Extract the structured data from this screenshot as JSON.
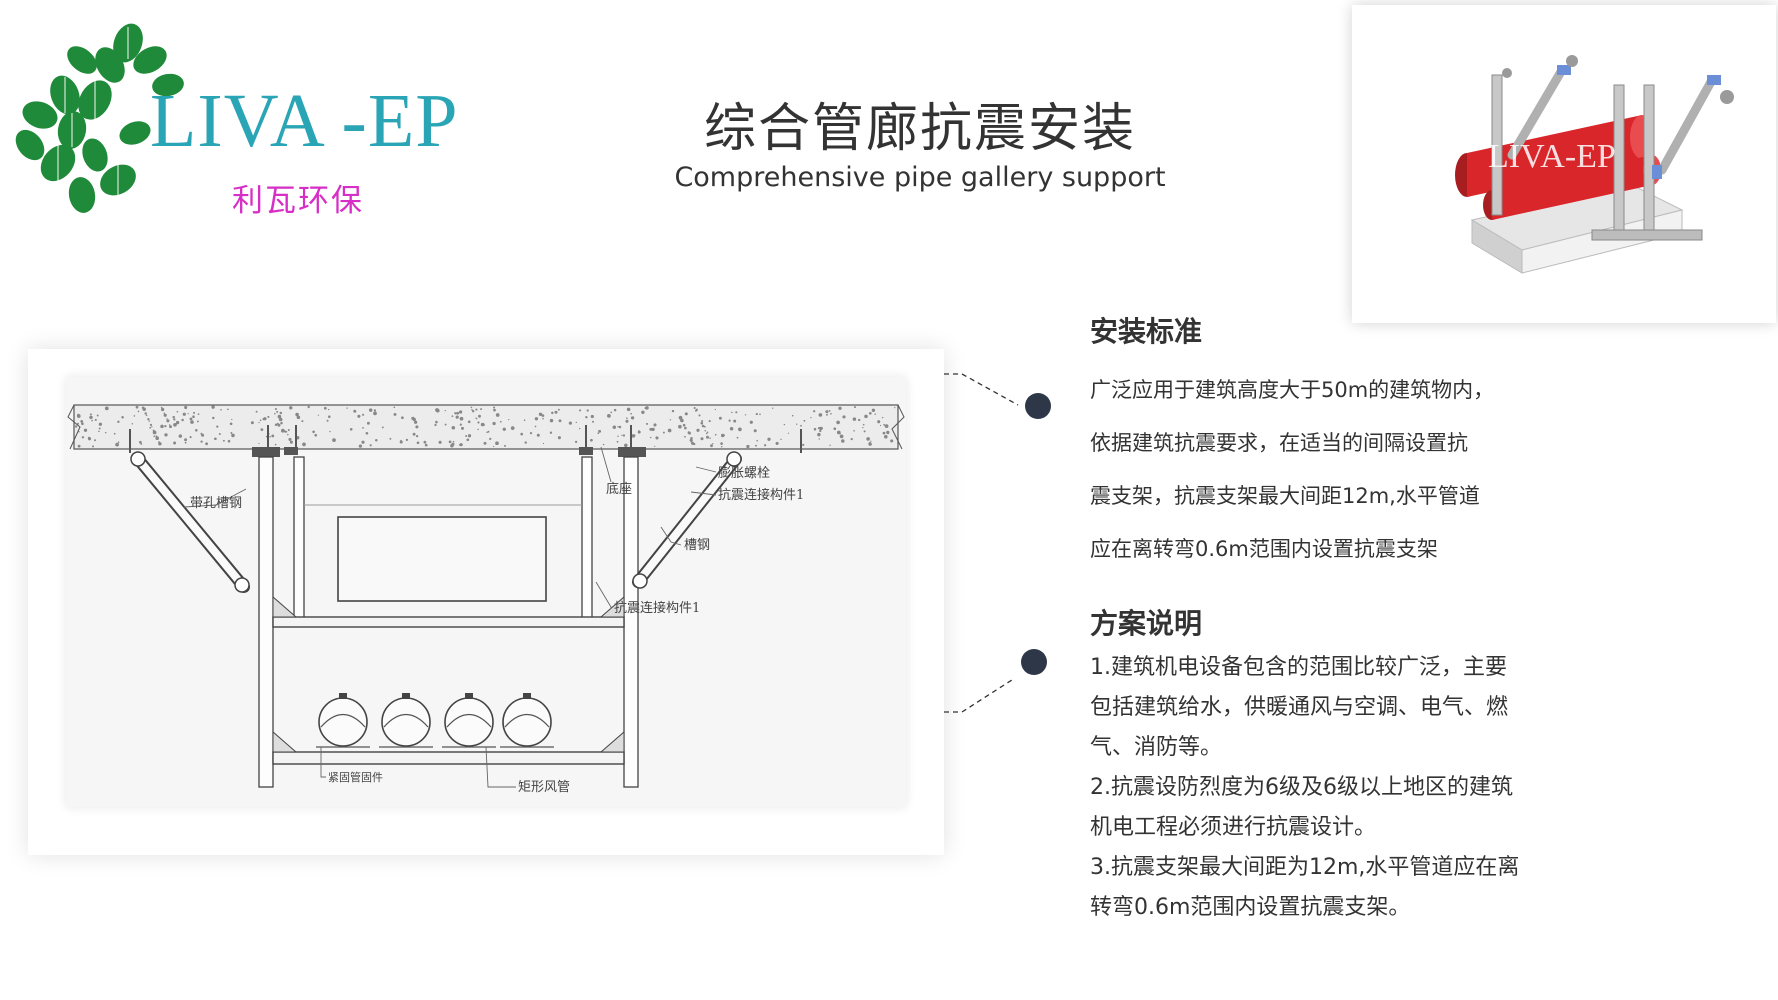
{
  "logo": {
    "name": "LIVA -EP",
    "subtitle": "利瓦环保"
  },
  "title": {
    "cn": "综合管廊抗震安装",
    "en": "Comprehensive pipe gallery support"
  },
  "photo": {
    "watermark": "LIVA-EP"
  },
  "drawing": {
    "labels": {
      "perforated_channel": "带孔槽钢",
      "base": "底座",
      "expansion_bolt": "膨胀螺栓",
      "connector_top": "抗震连接构件1",
      "channel_steel": "槽钢",
      "connector_bottom": "抗震连接构件1",
      "pipe_clamp": "紧固管固件",
      "rect_duct": "矩形风管"
    }
  },
  "section1": {
    "heading": "安装标准",
    "lines": [
      "广泛应用于建筑高度大于50m的建筑物内，",
      "依据建筑抗震要求，在适当的间隔设置抗",
      "震支架，抗震支架最大间距12m,水平管道",
      "应在离转弯0.6m范围内设置抗震支架"
    ]
  },
  "section2": {
    "heading": "方案说明",
    "lines": [
      "1.建筑机电设备包含的范围比较广泛，主要",
      "包括建筑给水，供暖通风与空调、电气、燃",
      "气、消防等。",
      "2.抗震设防烈度为6级及6级以上地区的建筑",
      "机电工程必须进行抗震设计。",
      "3.抗震支架最大间距为12m,水平管道应在离",
      "转弯0.6m范围内设置抗震支架。"
    ]
  },
  "colors": {
    "logo_teal": "#2aa5b5",
    "logo_magenta": "#d62ec6",
    "leaf_green": "#1f8a3a",
    "bullet": "#2d3748",
    "pipe_red": "#d9262b"
  },
  "icons": [
    "bullet-dot-icon"
  ]
}
